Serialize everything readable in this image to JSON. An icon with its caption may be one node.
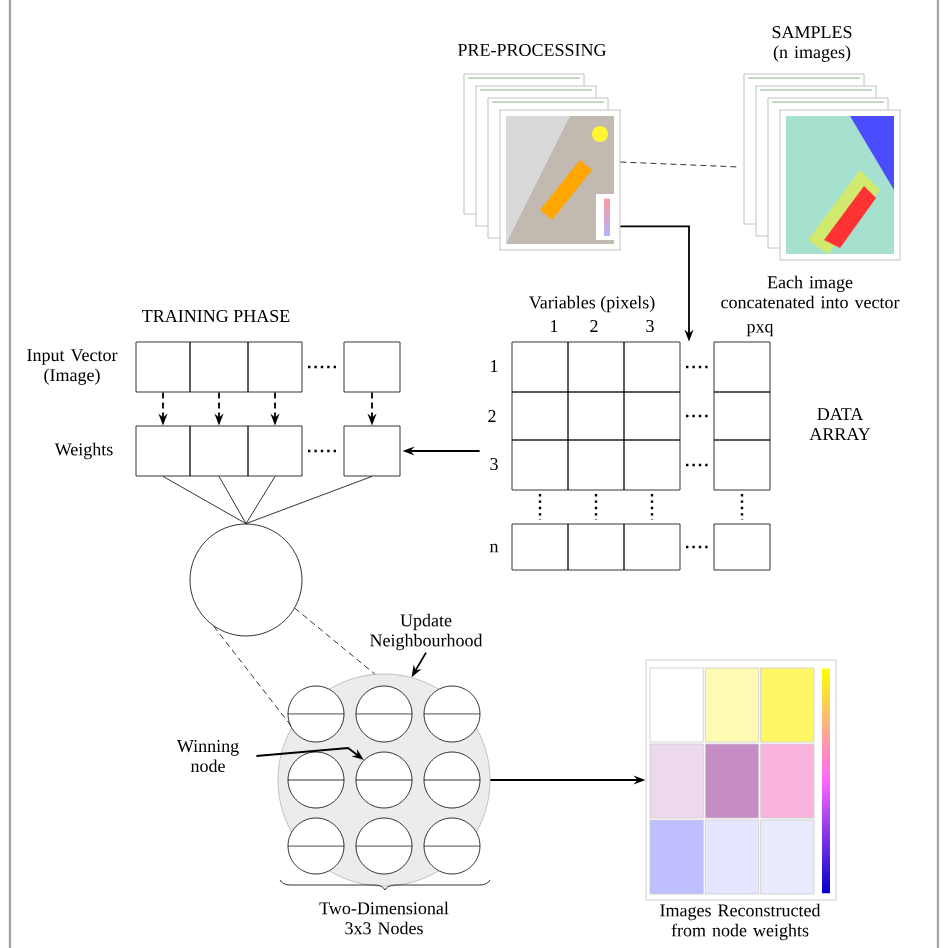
{
  "diagram": {
    "nodes": [
      {
        "text": [
          "PRE-PROCESSING"
        ]
      },
      {
        "text": [
          "SAMPLES (n images)",
          "Each image concatenated into vector"
        ]
      },
      {
        "text": [
          "DATA ARRAY"
        ]
      },
      {
        "text": [
          "Input Vector (Image)"
        ]
      },
      {
        "text": [],
        "shape": "box"
      },
      {
        "text": [],
        "shape": "box"
      },
      {
        "text": [],
        "shape": "box"
      },
      {
        "text": [],
        "shape": "box"
      },
      {
        "text": [
          "Weights"
        ]
      },
      {
        "text": [],
        "shape": "box"
      },
      {
        "text": [],
        "shape": "box"
      },
      {
        "text": [],
        "shape": "box"
      },
      {
        "text": [],
        "shape": "box"
      },
      {
        "text": [],
        "shape": "circle"
      },
      {
        "text": [
          "Update Neighbourhood"
        ]
      },
      {
        "text": [
          "Two-Dimensional 3x3 Nodes"
        ]
      },
      {
        "text": [],
        "shape": "circle",
        "in": 15
      },
      {
        "text": [],
        "shape": "circle",
        "in": 15
      },
      {
        "text": [],
        "shape": "circle",
        "in": 15
      },
      {
        "text": [],
        "shape": "circle",
        "in": 15
      },
      {
        "text": [],
        "shape": "circle",
        "in": 15
      },
      {
        "text": [],
        "shape": "circle",
        "in": 15
      },
      {
        "text": [],
        "shape": "circle",
        "in": 15
      },
      {
        "text": [],
        "shape": "circle",
        "in": 15
      },
      {
        "text": [],
        "shape": "circle",
        "in": 15
      },
      {
        "text": [
          "Winning node"
        ]
      },
      {
        "text": [
          "Images Reconstructed from node weights"
        ]
      }
    ],
    "edges": [
      {
        "from": 0,
        "to": 1,
        "arrow": "none",
        "style": "dashed"
      },
      {
        "from": 0,
        "to": 2,
        "arrow": "to"
      },
      {
        "from": 2,
        "to": 12,
        "arrow": "to"
      },
      {
        "from": 4,
        "to": 9,
        "arrow": "to",
        "style": "dashed"
      },
      {
        "from": 5,
        "to": 10,
        "arrow": "to",
        "style": "dashed"
      },
      {
        "from": 6,
        "to": 11,
        "arrow": "to",
        "style": "dashed"
      },
      {
        "from": 7,
        "to": 12,
        "arrow": "to",
        "style": "dashed"
      },
      {
        "from": 9,
        "to": 13,
        "arrow": "none"
      },
      {
        "from": 10,
        "to": 13,
        "arrow": "none"
      },
      {
        "from": 11,
        "to": 13,
        "arrow": "none"
      },
      {
        "from": 12,
        "to": 13,
        "arrow": "none"
      },
      {
        "from": 13,
        "to": 15,
        "arrow": "none",
        "style": "dashed"
      },
      {
        "from": 13,
        "to": 15,
        "arrow": "none",
        "style": "dashed"
      },
      {
        "from": 14,
        "to": 15,
        "arrow": "to"
      },
      {
        "from": 25,
        "to": 20,
        "arrow": "to"
      },
      {
        "from": 15,
        "to": 26,
        "arrow": "to"
      }
    ],
    "labels": [
      "TRAINING PHASE",
      "Variables (pixels)",
      "1",
      "2",
      "3",
      "pxq",
      "1",
      "2",
      "3",
      "n"
    ]
  }
}
